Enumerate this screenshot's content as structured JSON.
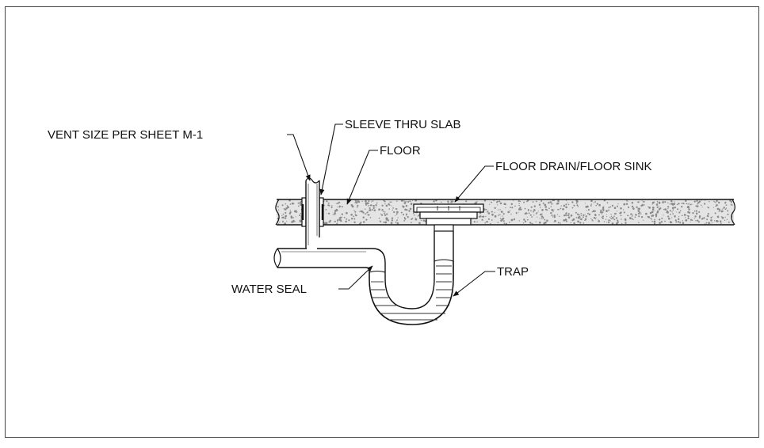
{
  "labels": {
    "vent": "VENT SIZE PER SHEET M-1",
    "sleeve": "SLEEVE THRU SLAB",
    "floor": "FLOOR",
    "drain": "FLOOR DRAIN/FLOOR SINK",
    "water_seal": "WATER SEAL",
    "trap": "TRAP"
  },
  "colors": {
    "line": "#111111",
    "slab_fill": "#e2e2e2",
    "speckle": "#8a8a8a",
    "water_line": "#333333"
  }
}
